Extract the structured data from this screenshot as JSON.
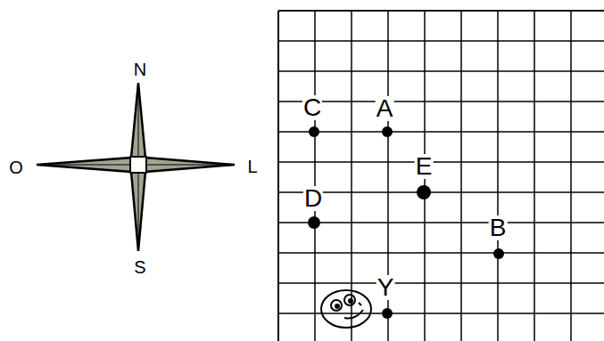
{
  "diagram": {
    "labels": [
      "N",
      "O",
      "L",
      "S",
      "C",
      "A",
      "E",
      "D",
      "B",
      "Y"
    ]
  }
}
